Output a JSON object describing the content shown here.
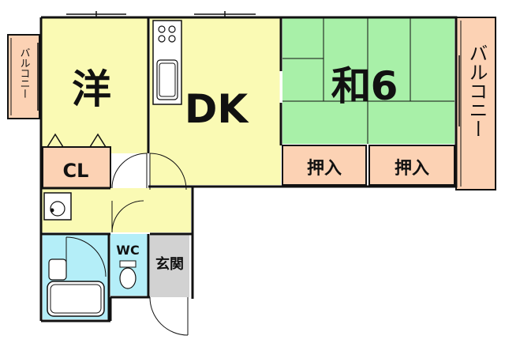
{
  "plan": {
    "rooms": {
      "western": {
        "label": "洋"
      },
      "dk": {
        "label": "DK"
      },
      "japanese": {
        "label": "和6"
      },
      "closet": {
        "label": "CL"
      },
      "oshiire_left": {
        "label": "押入"
      },
      "oshiire_right": {
        "label": "押入"
      },
      "wc": {
        "label": "WC"
      },
      "entrance": {
        "label": "玄関"
      }
    },
    "balconies": {
      "left": {
        "label": "バルコニー"
      },
      "right": {
        "label": "バルコニー"
      }
    },
    "colors": {
      "western": "#fafab4",
      "dk": "#fafab4",
      "japanese": "#a8f0a8",
      "closet": "#fcd2b4",
      "oshiire": "#fcd2b4",
      "balcony": "#fcd2b4",
      "bath": "#b4eef8",
      "wc": "#b4eef8",
      "entrance": "#d2d2d2",
      "wall": "#111111"
    }
  }
}
